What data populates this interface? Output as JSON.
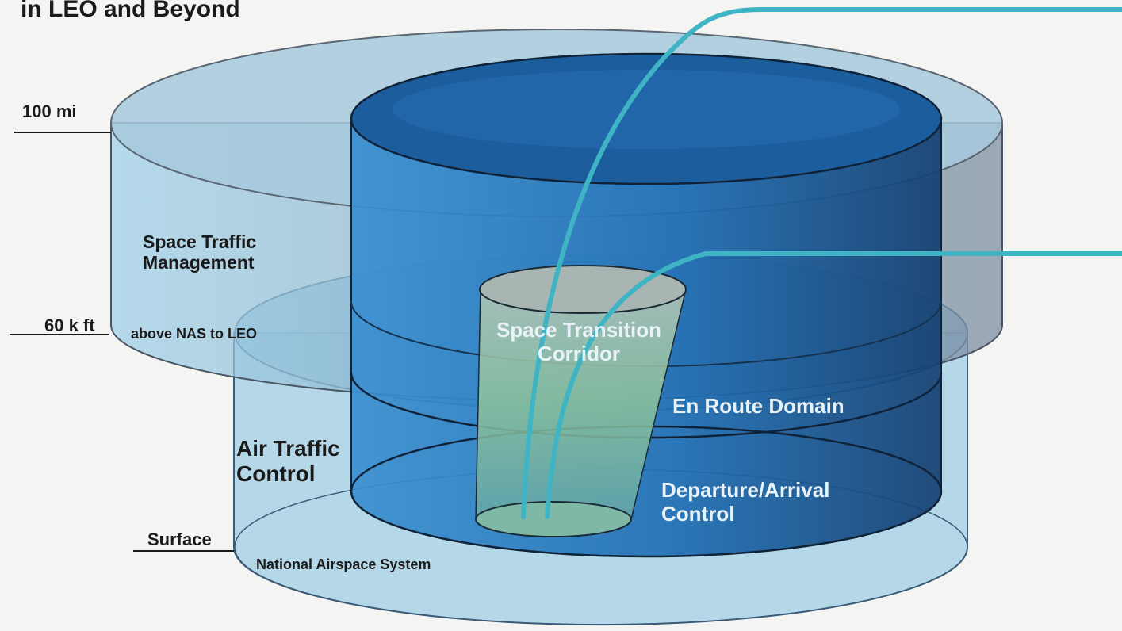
{
  "title": "in LEO and Beyond",
  "altitudes": {
    "top": "100 mi",
    "middle": "60 k ft",
    "bottom": "Surface"
  },
  "regions": {
    "stm_line1": "Space Traffic",
    "stm_line2": "Management",
    "stm_sub": "above NAS to LEO",
    "atc_line1": "Air Traffic",
    "atc_line2": "Control",
    "nas": "National Airspace System",
    "corridor_line1": "Space Transition",
    "corridor_line2": "Corridor",
    "enroute": "En Route Domain",
    "dep_line1": "Departure/Arrival",
    "dep_line2": "Control"
  },
  "colors": {
    "outer_fill": "#8fc4de",
    "inner_fill": "#1f6eb4",
    "inner_top": "#1b5ea0",
    "corridor_fill": "#9cc9a3",
    "trajectory": "#3fb4c4",
    "label_dark": "#1a1a1a",
    "label_light": "#e9f2f8"
  }
}
